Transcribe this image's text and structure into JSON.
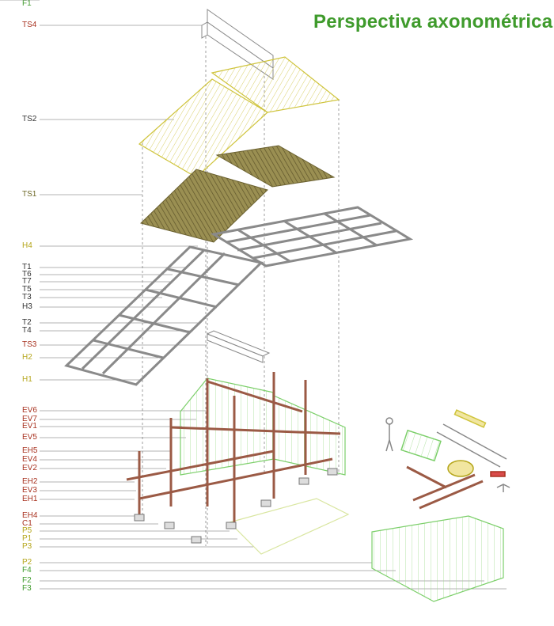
{
  "title": "Perspectiva axonométrica",
  "colors": {
    "title": "#3f9b2c",
    "label_red": "#a83220",
    "label_olive": "#6f6a2a",
    "label_dark": "#333333",
    "label_yellow": "#b5a61b",
    "label_green": "#3f9b2c",
    "roof_yellow": "#d9d06a",
    "roof_brown": "#7a7038",
    "frame_grey": "#8a8a8a",
    "timber_red": "#9b5a45",
    "panel_green": "#7ccf6a"
  },
  "labels": [
    {
      "text": "TS4",
      "color": "red"
    },
    {
      "text": "TS2",
      "color": "dark"
    },
    {
      "text": "TS1",
      "color": "olive"
    },
    {
      "text": "H4",
      "color": "yellow"
    },
    {
      "text": "T1",
      "color": "dark"
    },
    {
      "text": "T6",
      "color": "dark"
    },
    {
      "text": "T7",
      "color": "dark"
    },
    {
      "text": "T5",
      "color": "dark"
    },
    {
      "text": "T3",
      "color": "dark"
    },
    {
      "text": "H3",
      "color": "dark"
    },
    {
      "text": "T2",
      "color": "dark"
    },
    {
      "text": "T4",
      "color": "dark"
    },
    {
      "text": "TS3",
      "color": "red"
    },
    {
      "text": "H2",
      "color": "yellow"
    },
    {
      "text": "H1",
      "color": "yellow"
    },
    {
      "text": "EV6",
      "color": "red"
    },
    {
      "text": "EV7",
      "color": "red"
    },
    {
      "text": "EV1",
      "color": "red"
    },
    {
      "text": "EV5",
      "color": "red"
    },
    {
      "text": "EH5",
      "color": "red"
    },
    {
      "text": "EV4",
      "color": "red"
    },
    {
      "text": "EV2",
      "color": "red"
    },
    {
      "text": "EH2",
      "color": "red"
    },
    {
      "text": "EV3",
      "color": "red"
    },
    {
      "text": "EH1",
      "color": "red"
    },
    {
      "text": "EH4",
      "color": "red"
    },
    {
      "text": "C1",
      "color": "red"
    },
    {
      "text": "P5",
      "color": "yellow"
    },
    {
      "text": "P1",
      "color": "yellow"
    },
    {
      "text": "P3",
      "color": "yellow"
    },
    {
      "text": "P2",
      "color": "yellow"
    },
    {
      "text": "F4",
      "color": "green"
    },
    {
      "text": "F2",
      "color": "green"
    },
    {
      "text": "F3",
      "color": "green"
    },
    {
      "text": "F1",
      "color": "green"
    }
  ]
}
